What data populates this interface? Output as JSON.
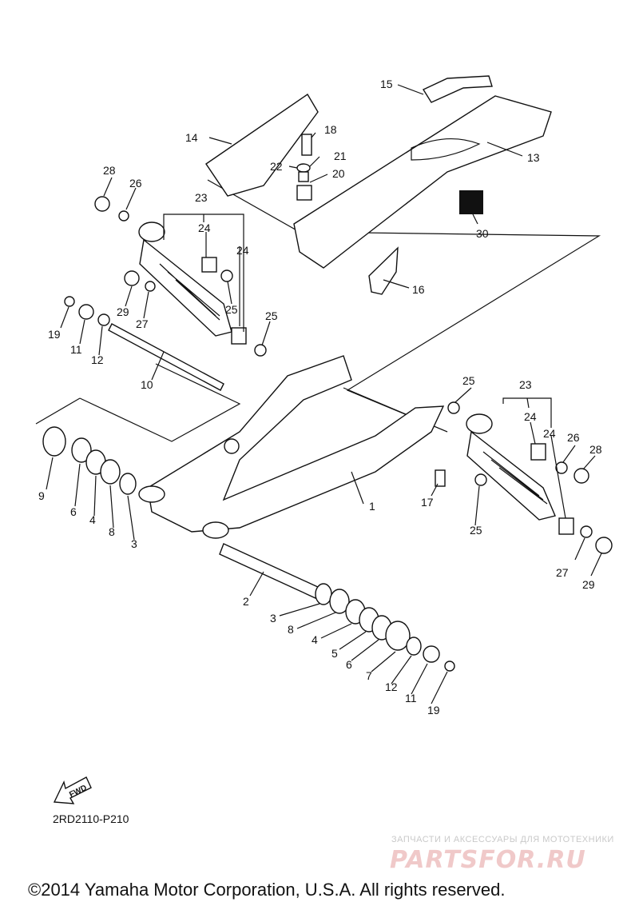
{
  "diagram": {
    "part_numbers": [
      "1",
      "2",
      "3",
      "3",
      "4",
      "4",
      "5",
      "6",
      "6",
      "7",
      "8",
      "8",
      "9",
      "10",
      "11",
      "11",
      "12",
      "12",
      "13",
      "14",
      "15",
      "16",
      "17",
      "18",
      "19",
      "19",
      "20",
      "21",
      "22",
      "23",
      "23",
      "24",
      "24",
      "24",
      "24",
      "25",
      "25",
      "25",
      "25",
      "26",
      "26",
      "27",
      "27",
      "28",
      "28",
      "29",
      "29",
      "30"
    ],
    "fwd_label": "FWD",
    "diagram_code": "2RD2110-P210"
  },
  "watermark": {
    "tagline": "ЗАПЧАСТИ И АКСЕССУАРЫ ДЛЯ МОТОТЕХНИКИ",
    "logo": "PARTSFOR.RU"
  },
  "footer": {
    "copyright": "©2014 Yamaha Motor Corporation, U.S.A. All rights reserved."
  }
}
